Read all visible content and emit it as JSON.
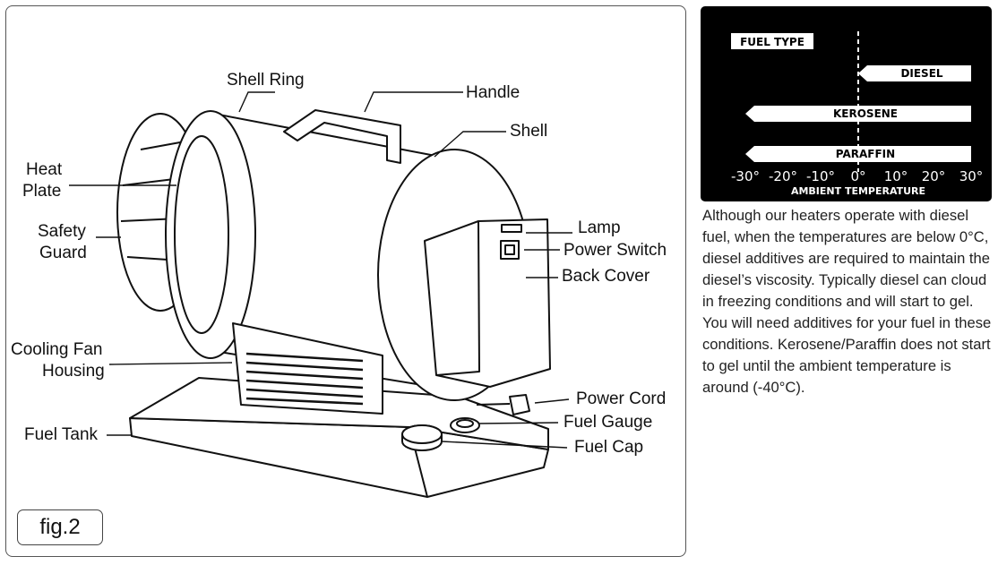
{
  "figure": {
    "tag": "fig.2",
    "labels": {
      "shell_ring": "Shell Ring",
      "handle": "Handle",
      "shell": "Shell",
      "heat_plate_1": "Heat",
      "heat_plate_2": "Plate",
      "safety_guard_1": "Safety",
      "safety_guard_2": "Guard",
      "lamp": "Lamp",
      "power_switch": "Power Switch",
      "back_cover": "Back Cover",
      "cooling_fan_1": "Cooling Fan",
      "cooling_fan_2": "Housing",
      "power_cord": "Power Cord",
      "fuel_gauge": "Fuel Gauge",
      "fuel_tank": "Fuel Tank",
      "fuel_cap": "Fuel Cap"
    }
  },
  "chart_data": {
    "type": "bar",
    "title": "FUEL TYPE",
    "xlabel": "AMBIENT TEMPERATURE",
    "x_ticks": [
      "-30°",
      "-20°",
      "-10°",
      "0°",
      "10°",
      "20°",
      "30°"
    ],
    "xlim": [
      -30,
      30
    ],
    "reference_line": 0,
    "categories": [
      "DIESEL",
      "KEROSENE",
      "PARAFFIN"
    ],
    "series": [
      {
        "values": [
          [
            0,
            30
          ],
          [
            -30,
            30
          ],
          [
            -30,
            30
          ]
        ]
      }
    ],
    "colors": {
      "background": "#000000",
      "bar": "#ffffff",
      "text": "#ffffff"
    }
  },
  "description": "Although our heaters operate with diesel fuel, when the temperatures are below 0°C, diesel additives are required to maintain the diesel’s viscosity. Typically diesel can cloud in freezing conditions and will start to gel. You will need additives for your fuel in these conditions. Kerosene/Paraffin does not start to gel until the ambient temperature is around (-40°C)."
}
